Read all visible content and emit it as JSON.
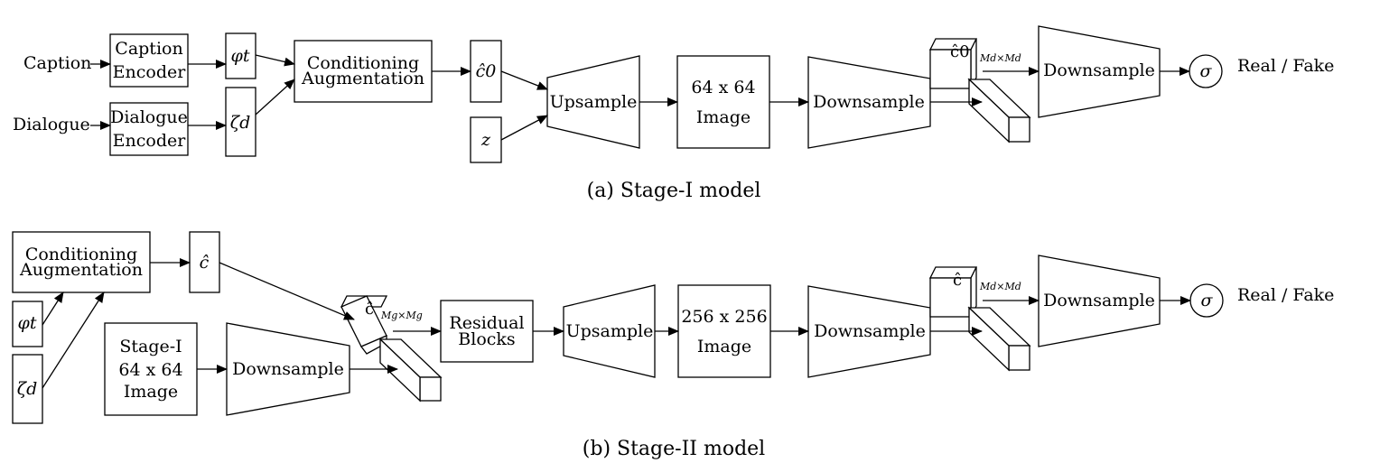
{
  "stage1": {
    "caption_input": "Caption",
    "dialogue_input": "Dialogue",
    "caption_encoder": [
      "Caption",
      "Encoder"
    ],
    "dialogue_encoder": [
      "Dialogue",
      "Encoder"
    ],
    "phi_t": "φt",
    "zeta_d": "ζd",
    "conditioning_augmentation": [
      "Conditioning",
      "Augmentation"
    ],
    "c0_hat": "ĉ0",
    "z": "z",
    "upsample": "Upsample",
    "image": [
      "64 x 64",
      "Image"
    ],
    "downsample": "Downsample",
    "c0_block": "ĉ0",
    "c0_block_sub": "Md×Md",
    "downsample_final": "Downsample",
    "sigma": "σ",
    "output": "Real / Fake",
    "caption": "(a) Stage-I model"
  },
  "stage2": {
    "conditioning_augmentation": [
      "Conditioning",
      "Augmentation"
    ],
    "c_hat": "ĉ",
    "phi_t": "φt",
    "zeta_d": "ζd",
    "stage1_image": [
      "Stage-I",
      "64 x 64",
      "Image"
    ],
    "downsample": "Downsample",
    "c_block_g": "ĉ",
    "c_block_g_sub": "Mg×Mg",
    "residual_blocks": [
      "Residual",
      "Blocks"
    ],
    "upsample": "Upsample",
    "image": [
      "256 x 256",
      "Image"
    ],
    "downsample2": "Downsample",
    "c_block_d": "ĉ",
    "c_block_d_sub": "Md×Md",
    "downsample_final": "Downsample",
    "sigma": "σ",
    "output": "Real / Fake",
    "caption": "(b) Stage-II model"
  }
}
